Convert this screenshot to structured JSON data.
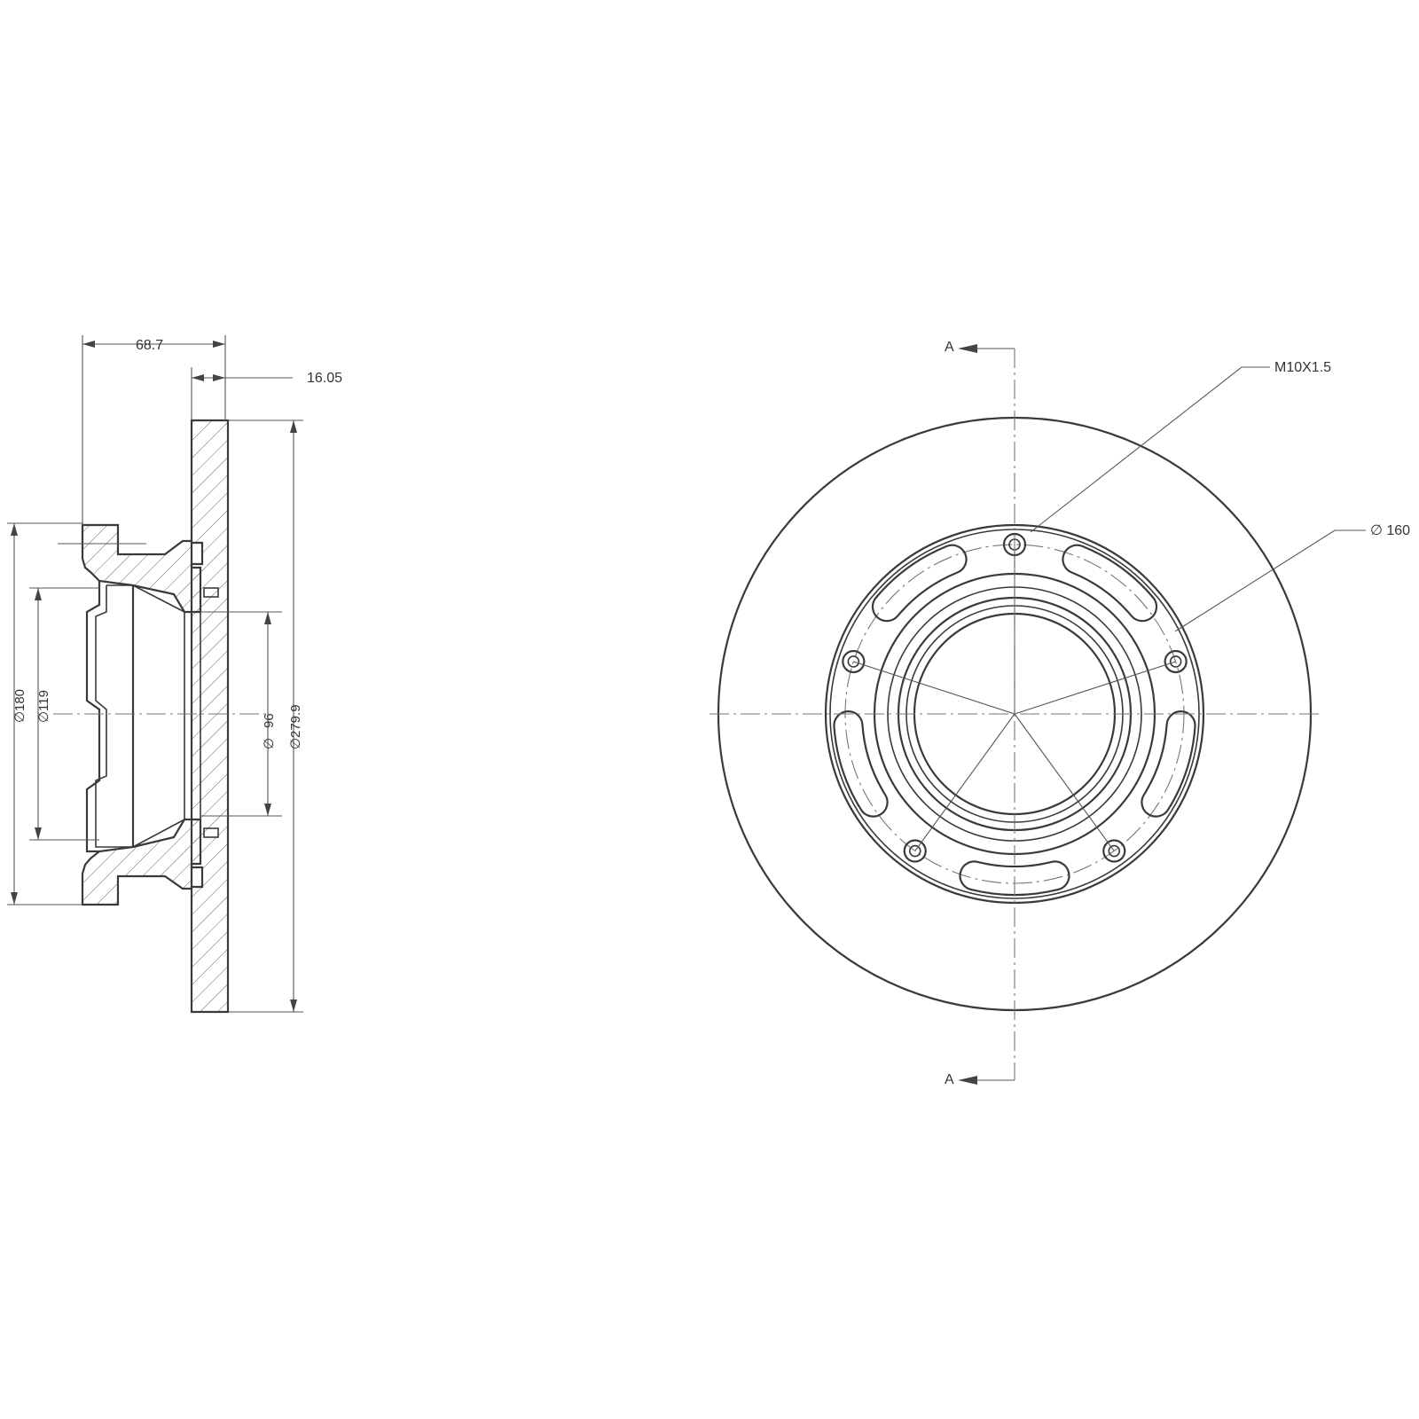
{
  "side_view": {
    "dims": {
      "overall_width": "68.7",
      "disc_thickness": "16.05",
      "dia_180": "180",
      "dia_119": "119",
      "dia_96": "96",
      "dia_279": "279.9",
      "dia_symbol": "∅"
    }
  },
  "front_view": {
    "section_label": "A",
    "thread_callout": "M10X1.5",
    "pcd_callout": "∅ 160"
  },
  "colors": {
    "line": "#3a3a3a",
    "background": "#ffffff"
  }
}
